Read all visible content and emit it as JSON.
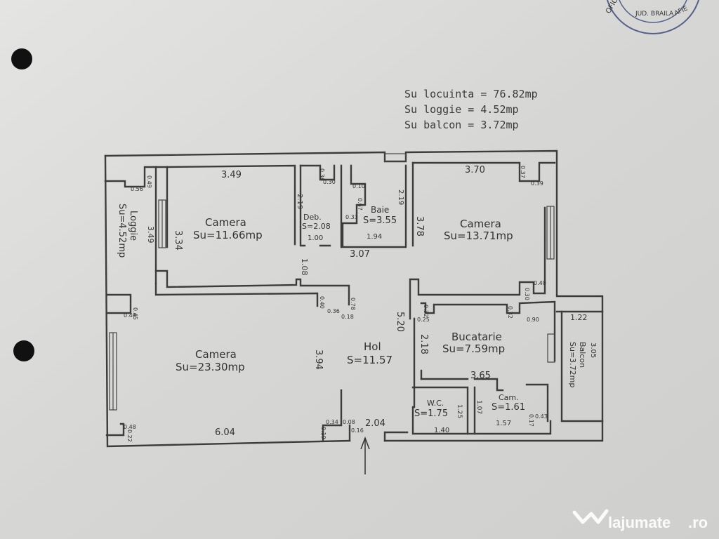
{
  "summary": {
    "line1": "Su locuinta = 76.82mp",
    "line2": "Su loggie = 4.52mp",
    "line3": "Su balcon = 3.72mp"
  },
  "stamp": {
    "text1": "OFICI",
    "text2": "JUD. BRAILA",
    "text3": "AFIE"
  },
  "rooms": {
    "camera1": {
      "name": "Camera",
      "area": "Su=11.66mp"
    },
    "deb": {
      "name": "Deb.",
      "area": "S=2.08"
    },
    "baie": {
      "name": "Baie",
      "area": "S=3.55"
    },
    "camera2": {
      "name": "Camera",
      "area": "Su=13.71mp"
    },
    "camera3": {
      "name": "Camera",
      "area": "Su=23.30mp"
    },
    "hol": {
      "name": "Hol",
      "area": "S=11.57"
    },
    "bucatarie": {
      "name": "Bucatarie",
      "area": "Su=7.59mp"
    },
    "wc": {
      "name": "W.C.",
      "area": "S=1.75"
    },
    "cam": {
      "name": "Cam.",
      "area": "S=1.61"
    },
    "loggie": {
      "name": "Loggie",
      "area": "Su=4.52mp"
    },
    "balcon": {
      "name": "Balcon",
      "area": "Su=3.72mp"
    }
  },
  "dimensions": {
    "d349a": "3.49",
    "d334": "3.34",
    "d349b": "3.49",
    "d219a": "2.19",
    "d100": "1.00",
    "d108": "1.08",
    "d307": "3.07",
    "d194": "1.94",
    "d219b": "2.19",
    "d378": "3.78",
    "d370": "3.70",
    "d520": "5.20",
    "d218": "2.18",
    "d365": "3.65",
    "d394": "3.94",
    "d604": "6.04",
    "d204": "2.04",
    "d140": "1.40",
    "d157": "1.57",
    "d125": "1.25",
    "d107": "1.07",
    "d122": "1.22",
    "d305": "3.05",
    "s049": "0.49",
    "s056": "0.56",
    "s036": "0.36",
    "s030a": "0.30",
    "s010": "0.10",
    "s067": "0.67",
    "s033": "0.33",
    "s037": "0.37",
    "s039": "0.39",
    "s045a": "0.45",
    "s040a": "0.40",
    "s040b": "0.40",
    "s036b": "0.36",
    "s078": "0.78",
    "s018": "0.18",
    "s040c": "0.40",
    "s030b": "0.30",
    "s032a": "0.32",
    "s025": "0.25",
    "s032b": "0.32",
    "s090": "0.90",
    "s048": "0.48",
    "s022": "0.22",
    "s034": "0.34",
    "s019": "0.19",
    "s008": "0.08",
    "s016": "0.16",
    "s017": "0.17",
    "s043": "0.43"
  },
  "watermark": {
    "brand": "lajumate",
    "suffix": ".ro"
  }
}
